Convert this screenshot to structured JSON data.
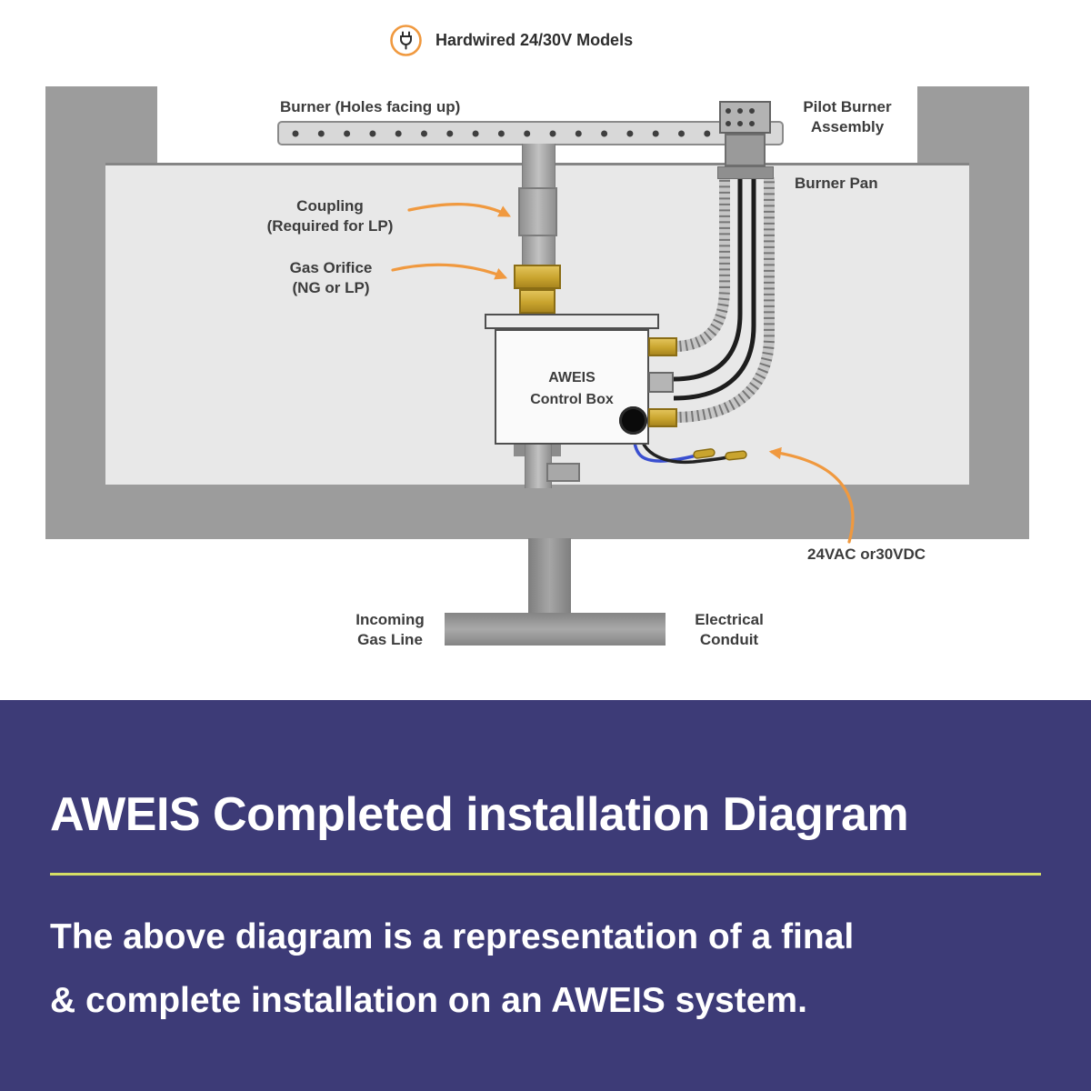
{
  "header": {
    "title": "Hardwired 24/30V Models"
  },
  "diagram": {
    "burner_label": "Burner (Holes facing up)",
    "pilot_label": "Pilot Burner\nAssembly",
    "burner_pan_label": "Burner Pan",
    "coupling_label": "Coupling\n(Required for LP)",
    "orifice_label": "Gas Orifice\n(NG or LP)",
    "control_box_label": "AWEIS\nControl Box",
    "voltage_label": "24VAC or30VDC",
    "gas_line_label": "Incoming\nGas Line",
    "conduit_label": "Electrical\nConduit"
  },
  "footer": {
    "title": "AWEIS Completed installation Diagram",
    "body": "The above diagram is a representation of a final\n& complete installation on an AWEIS system."
  },
  "colors": {
    "accent_orange": "#F0993F",
    "navy_background": "#3D3B77",
    "divider_yellow": "#D5DE65",
    "brass": "#C9A42E"
  }
}
